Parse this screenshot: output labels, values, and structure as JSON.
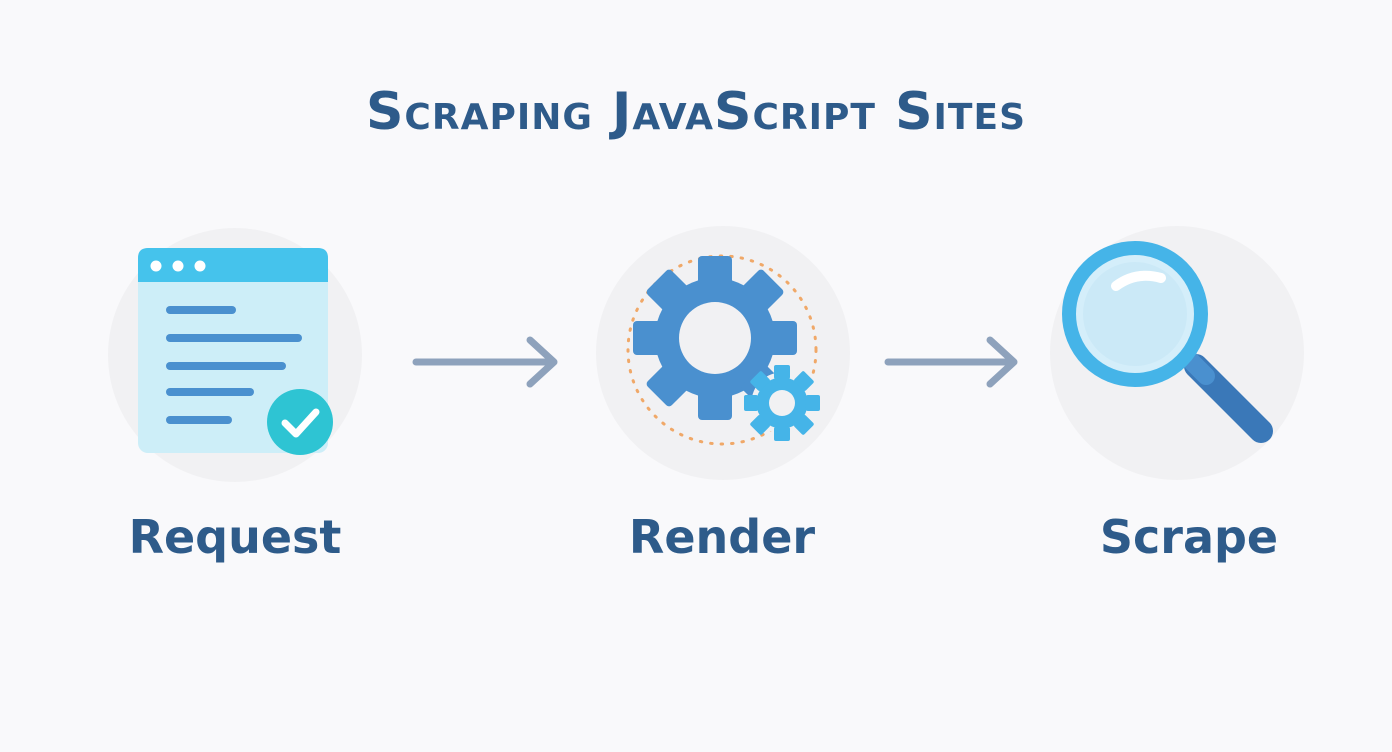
{
  "title": "Scraping JavaScript Sites",
  "steps": [
    {
      "label": "Request",
      "icon": "browser-window-check-icon"
    },
    {
      "label": "Render",
      "icon": "gears-icon"
    },
    {
      "label": "Scrape",
      "icon": "magnifying-glass-icon"
    }
  ],
  "colors": {
    "title": "#2e5b8a",
    "primary_blue": "#4a90cf",
    "light_blue": "#cdeef8",
    "cyan": "#45c3ec",
    "teal_check": "#2ec4d3",
    "arrow": "#8ea2bc",
    "dotted_ring": "#f0a868",
    "circle_bg": "#f1f1f3"
  }
}
